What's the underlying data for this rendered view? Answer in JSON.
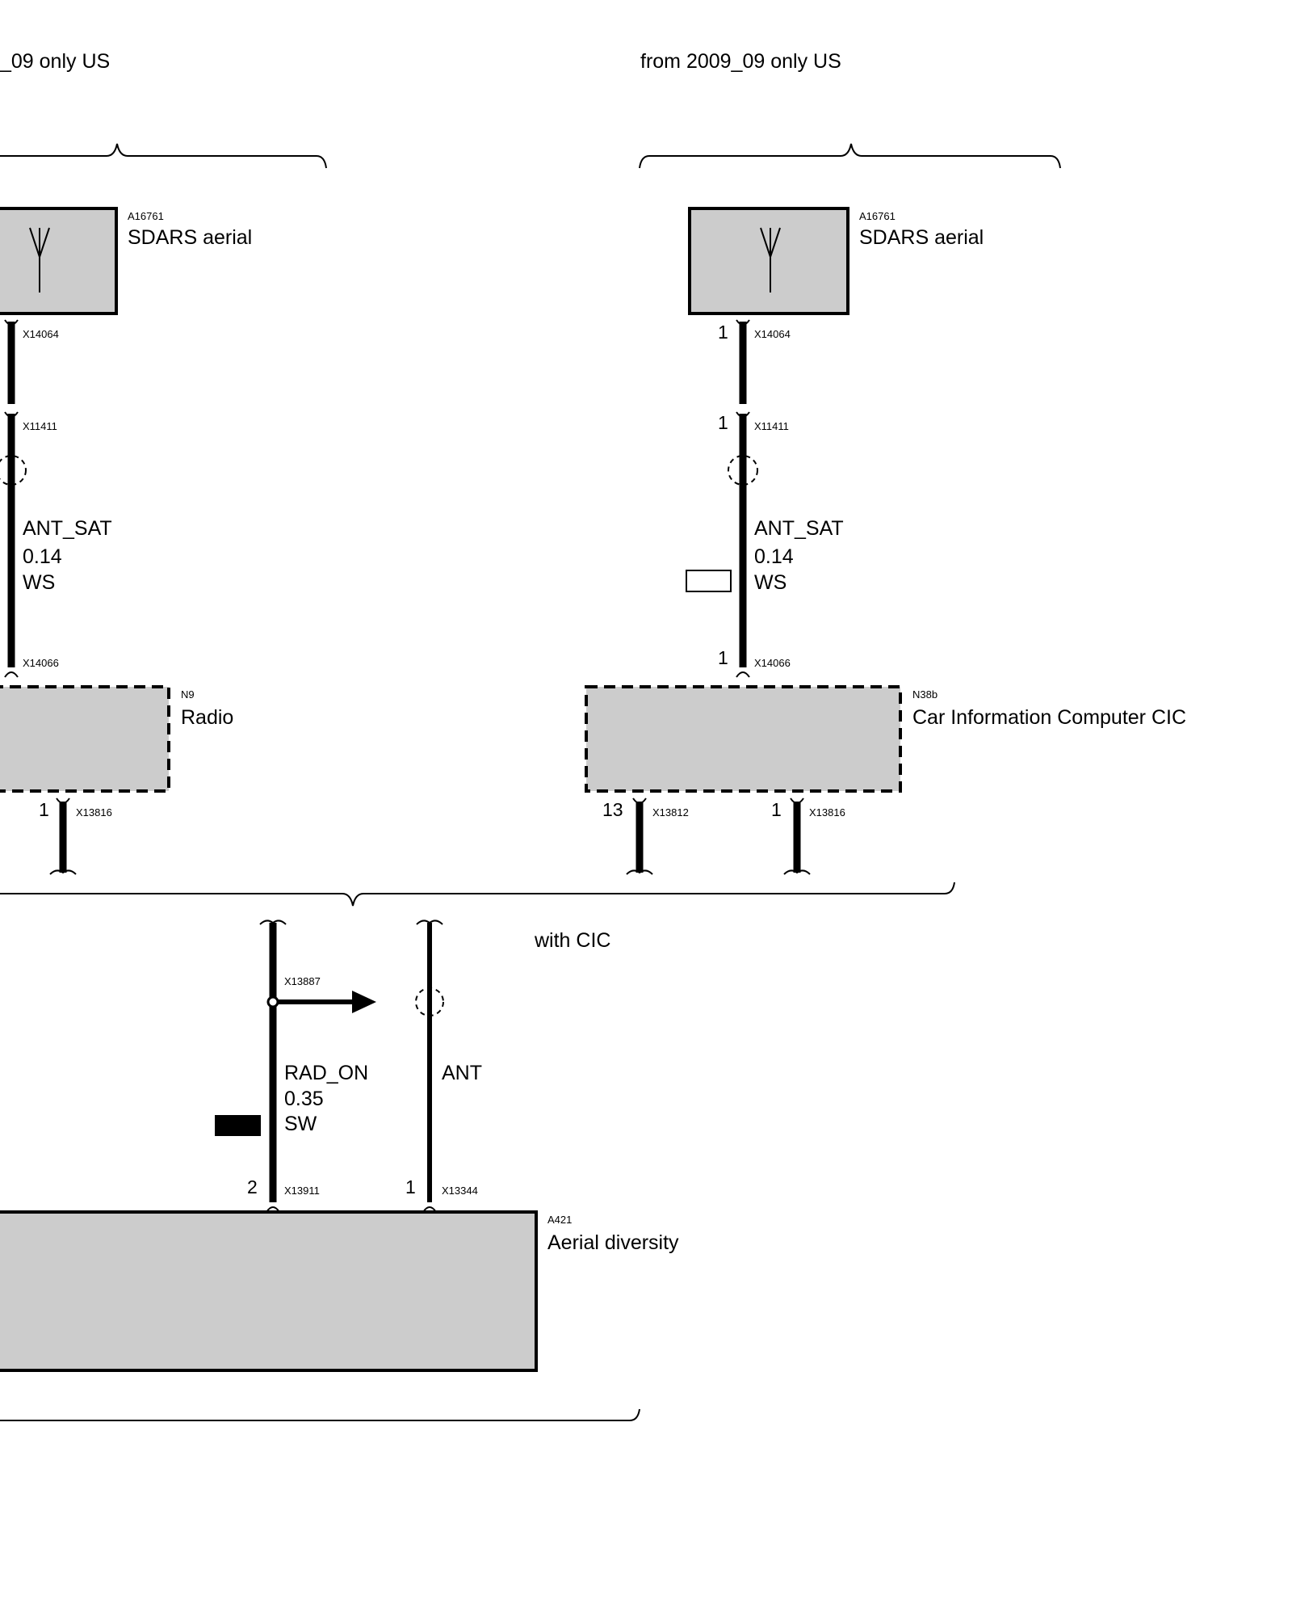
{
  "headers": {
    "left": "_09 only US",
    "right": "from 2009_09 only US"
  },
  "left": {
    "aerial": {
      "code": "A16761",
      "name": "SDARS aerial"
    },
    "x14064": {
      "connector": "X14064"
    },
    "x11411": {
      "connector": "X11411"
    },
    "wire": {
      "signal": "ANT_SAT",
      "size": "0.14",
      "color": "WS"
    },
    "x14066": {
      "connector": "X14066"
    },
    "radio": {
      "code": "N9",
      "name": "Radio"
    },
    "x13816": {
      "pin": "1",
      "connector": "X13816"
    }
  },
  "right": {
    "aerial": {
      "code": "A16761",
      "name": "SDARS aerial"
    },
    "x14064": {
      "pin": "1",
      "connector": "X14064"
    },
    "x11411": {
      "pin": "1",
      "connector": "X11411"
    },
    "wire": {
      "signal": "ANT_SAT",
      "size": "0.14",
      "color": "WS"
    },
    "x14066": {
      "pin": "1",
      "connector": "X14066"
    },
    "cic": {
      "code": "N38b",
      "name": "Car Information Computer CIC"
    },
    "x13812": {
      "pin": "13",
      "connector": "X13812"
    },
    "x13816": {
      "pin": "1",
      "connector": "X13816"
    }
  },
  "bottom": {
    "variant": "with CIC",
    "x13887": {
      "connector": "X13887"
    },
    "rad_wire": {
      "signal": "RAD_ON",
      "size": "0.35",
      "color": "SW"
    },
    "ant_wire": {
      "signal": "ANT"
    },
    "x13911": {
      "pin": "2",
      "connector": "X13911"
    },
    "x13344": {
      "pin": "1",
      "connector": "X13344"
    },
    "diversity": {
      "code": "A421",
      "name": "Aerial diversity"
    }
  }
}
